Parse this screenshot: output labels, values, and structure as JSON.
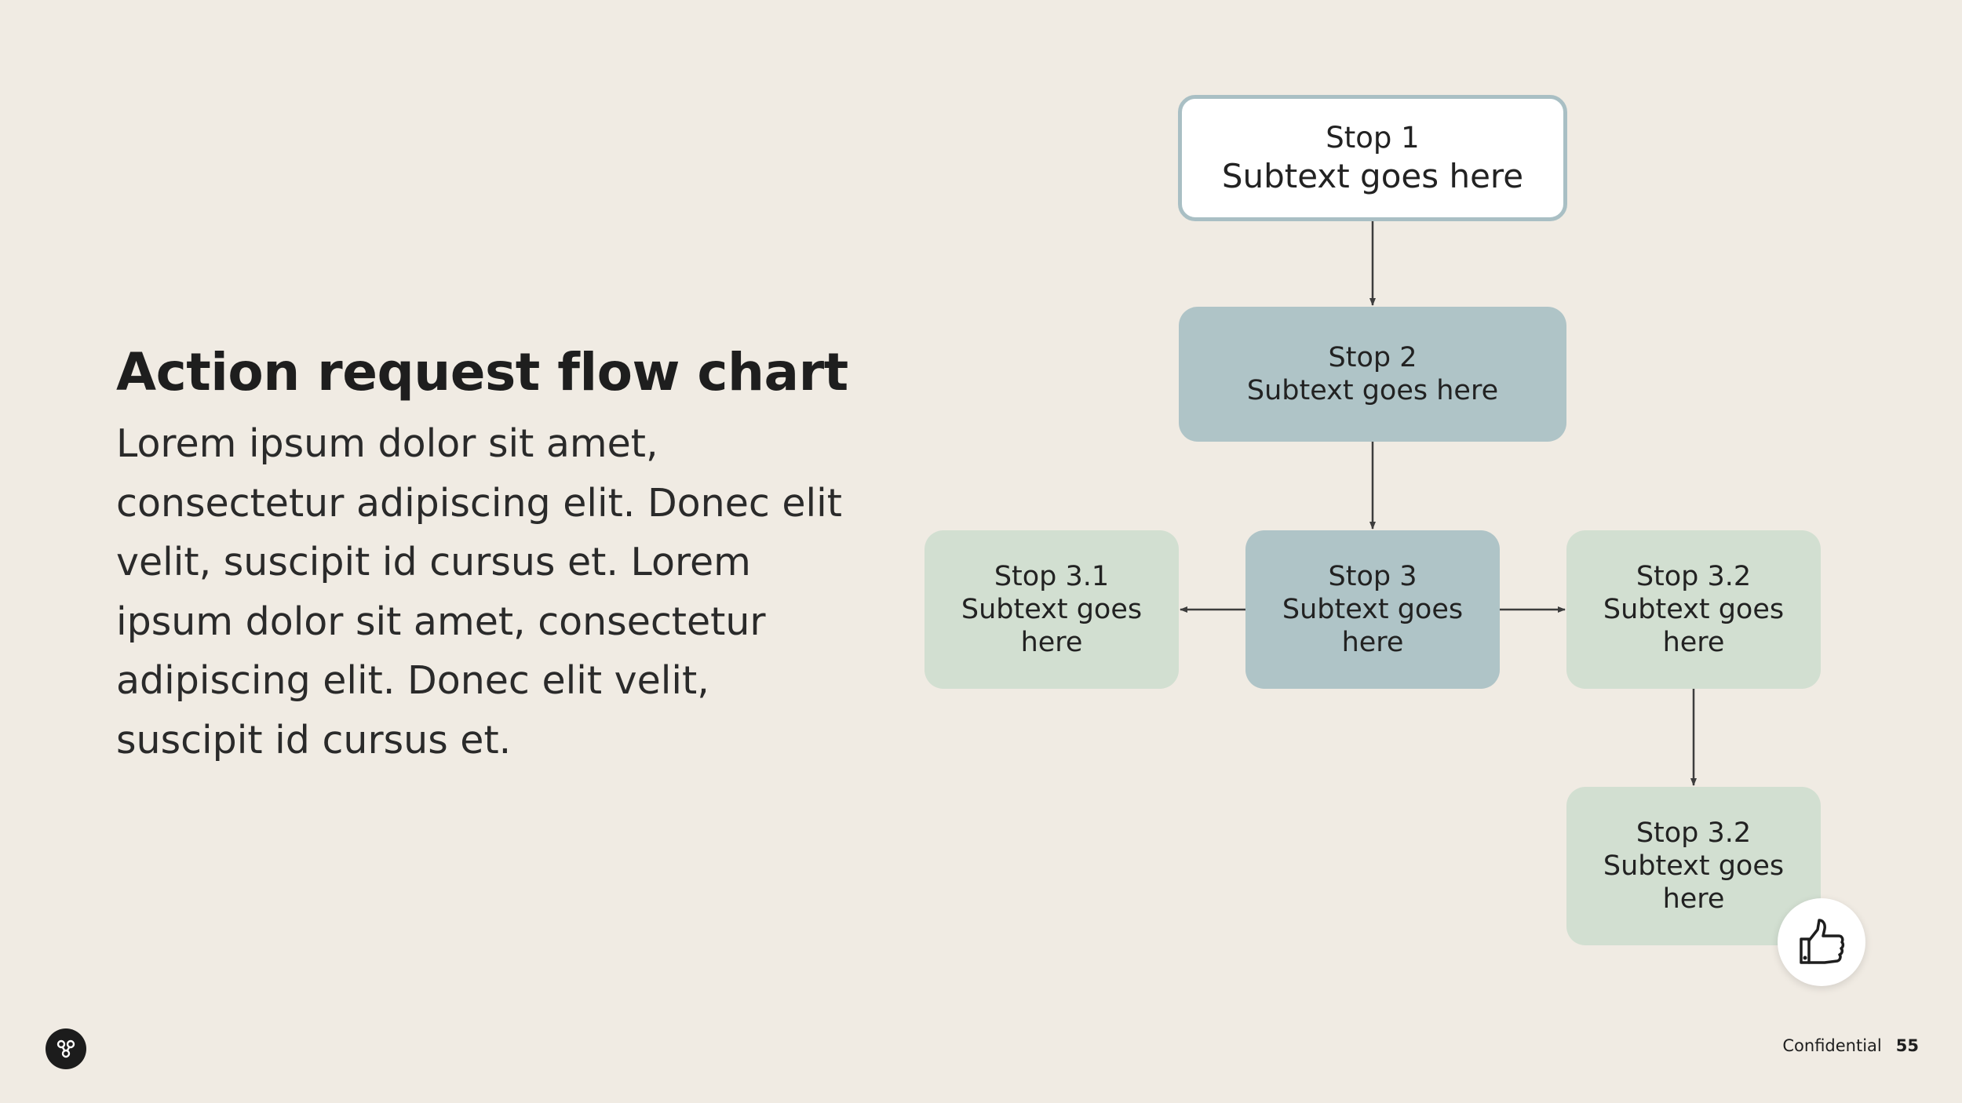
{
  "slide": {
    "title": "Action request flow chart",
    "body": "Lorem ipsum dolor sit amet, consectetur adipiscing elit. Donec elit velit, suscipit id cursus et. Lorem ipsum dolor sit amet, consectetur adipiscing elit. Donec elit velit, suscipit id cursus et."
  },
  "flow": {
    "stop1": {
      "label": "Stop 1",
      "sub": "Subtext goes here"
    },
    "stop2": {
      "label": "Stop 2",
      "sub": "Subtext goes here"
    },
    "stop3": {
      "label": "Stop 3",
      "sub": "Subtext goes here"
    },
    "stop31": {
      "label": "Stop 3.1",
      "sub": "Subtext goes here"
    },
    "stop32": {
      "label": "Stop 3.2",
      "sub": "Subtext goes here"
    },
    "stop32b": {
      "label": "Stop 3.2",
      "sub": "Subtext goes here"
    }
  },
  "footer": {
    "confidential": "Confidential",
    "page_number": "55"
  },
  "icons": {
    "badge": "thumbs-up-icon",
    "logo": "brand-logo-icon"
  },
  "colors": {
    "background": "#f0ebe3",
    "primary_node": "#afc4c7",
    "secondary_node": "#d2dfd1",
    "start_node_border": "#a9bfc4",
    "connector": "#3d3d3d"
  }
}
